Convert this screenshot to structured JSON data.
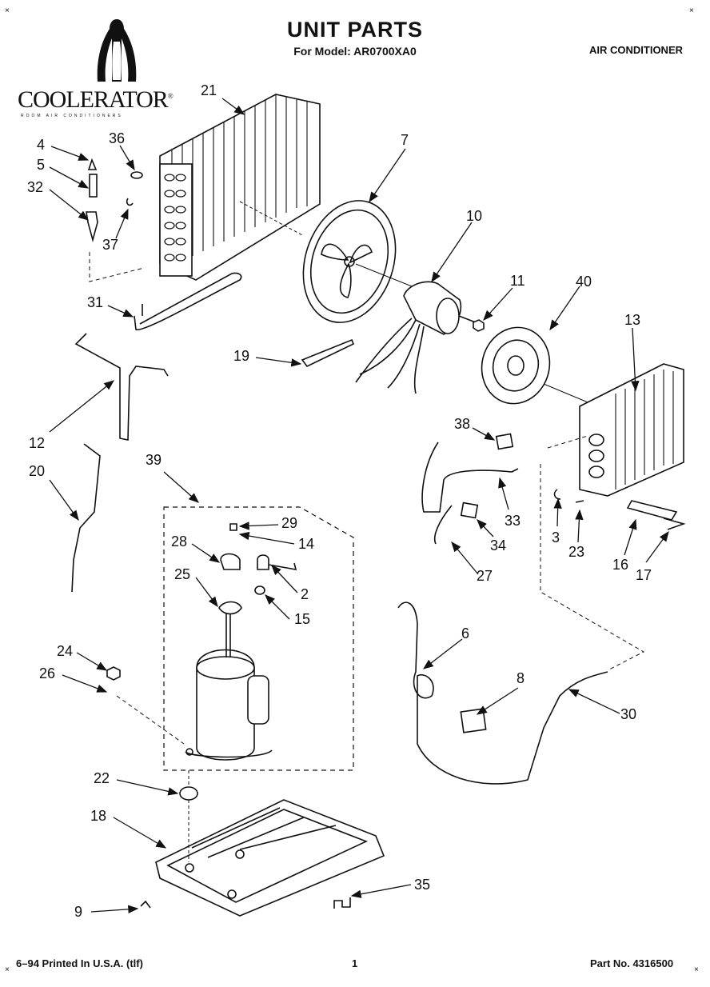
{
  "header": {
    "title": "UNIT PARTS",
    "subtitle": "For Model: AR0700XA0",
    "product": "AIR CONDITIONER"
  },
  "brand": {
    "name": "COOLERATOR",
    "registered_mark": "®",
    "tagline": "ROOM AIR CONDITIONERS"
  },
  "callouts": [
    "4",
    "5",
    "32",
    "36",
    "37",
    "21",
    "7",
    "10",
    "11",
    "40",
    "13",
    "31",
    "19",
    "12",
    "38",
    "39",
    "20",
    "29",
    "14",
    "28",
    "2",
    "25",
    "15",
    "33",
    "34",
    "3",
    "23",
    "16",
    "17",
    "27",
    "6",
    "24",
    "26",
    "8",
    "30",
    "22",
    "18",
    "35",
    "9"
  ],
  "footer": {
    "left": "6–94 Printed In U.S.A. (tlf)",
    "center": "1",
    "right": "Part No. 4316500"
  },
  "corner_marks": {
    "mark": "×"
  }
}
